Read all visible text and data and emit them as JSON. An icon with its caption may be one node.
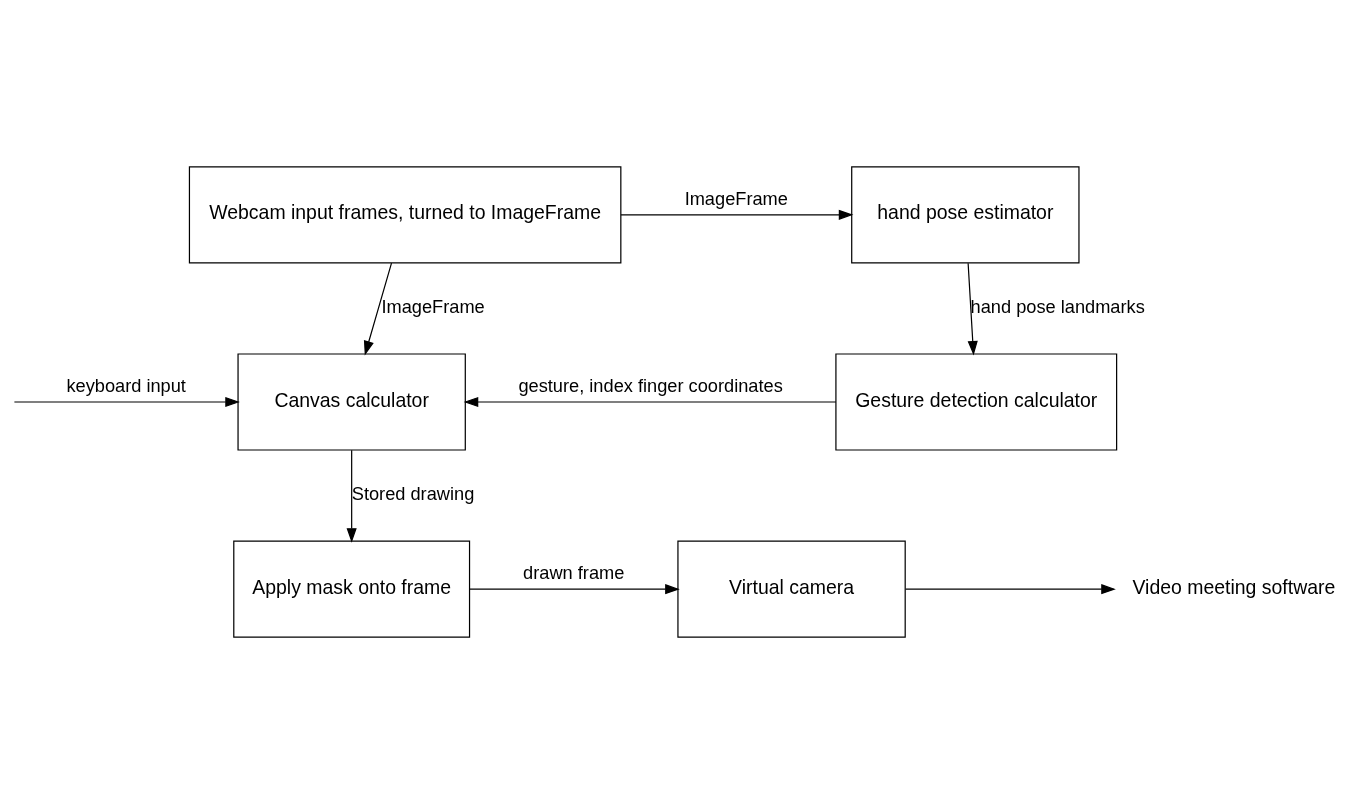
{
  "diagram": {
    "nodes": [
      {
        "text": [
          "Webcam input frames, turned to ImageFrame"
        ]
      },
      {
        "text": [
          "hand pose estimator"
        ]
      },
      {
        "text": [
          "Canvas calculator"
        ]
      },
      {
        "text": [
          "Gesture detection calculator"
        ]
      },
      {
        "text": [
          "Apply mask onto frame"
        ]
      },
      {
        "text": [
          "Virtual camera"
        ]
      },
      {
        "text": [
          "Video meeting software"
        ]
      }
    ],
    "edges": [
      {
        "from": 0,
        "to": 1,
        "arrow": "to",
        "label": "ImageFrame"
      },
      {
        "from": 1,
        "to": 3,
        "arrow": "to",
        "label": "hand pose landmarks"
      },
      {
        "from": 0,
        "to": 2,
        "arrow": "to",
        "label": "ImageFrame"
      },
      {
        "from": null,
        "to": 2,
        "arrow": "to",
        "label": "keyboard input"
      },
      {
        "from": 3,
        "to": 2,
        "arrow": "to",
        "label": "gesture, index finger coordinates"
      },
      {
        "from": 2,
        "to": 4,
        "arrow": "to",
        "label": "Stored drawing"
      },
      {
        "from": 4,
        "to": 5,
        "arrow": "to",
        "label": "drawn frame"
      },
      {
        "from": 5,
        "to": 6,
        "arrow": "to"
      }
    ]
  }
}
